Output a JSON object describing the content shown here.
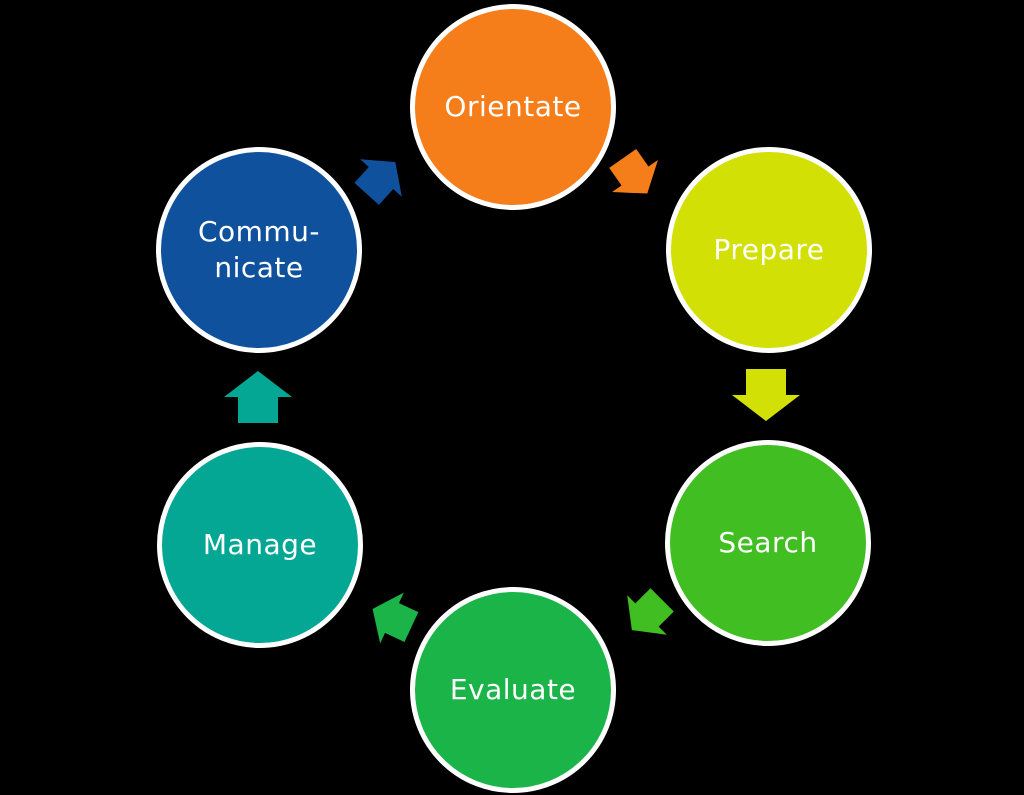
{
  "diagram": {
    "background": "#000000",
    "circle_border_color": "#ffffff",
    "text_color": "#ffffff",
    "nodes": [
      {
        "id": "orientate",
        "label": "Orientate",
        "lines": [
          "Orientate"
        ],
        "color": "#f57d1a"
      },
      {
        "id": "prepare",
        "label": "Prepare",
        "lines": [
          "Prepare"
        ],
        "color": "#d3e005"
      },
      {
        "id": "search",
        "label": "Search",
        "lines": [
          "Search"
        ],
        "color": "#41be21"
      },
      {
        "id": "evaluate",
        "label": "Evaluate",
        "lines": [
          "Evaluate"
        ],
        "color": "#1bb449"
      },
      {
        "id": "manage",
        "label": "Manage",
        "lines": [
          "Manage"
        ],
        "color": "#04a794"
      },
      {
        "id": "communicate",
        "label": "Communicate",
        "lines": [
          "Commu-",
          "nicate"
        ],
        "color": "#10519e"
      }
    ],
    "arrows": [
      {
        "from": "orientate",
        "to": "prepare",
        "color": "#f57d1a"
      },
      {
        "from": "prepare",
        "to": "search",
        "color": "#d3e005"
      },
      {
        "from": "search",
        "to": "evaluate",
        "color": "#41be21"
      },
      {
        "from": "evaluate",
        "to": "manage",
        "color": "#1bb449"
      },
      {
        "from": "manage",
        "to": "communicate",
        "color": "#04a794"
      },
      {
        "from": "communicate",
        "to": "orientate",
        "color": "#10519e"
      }
    ]
  }
}
